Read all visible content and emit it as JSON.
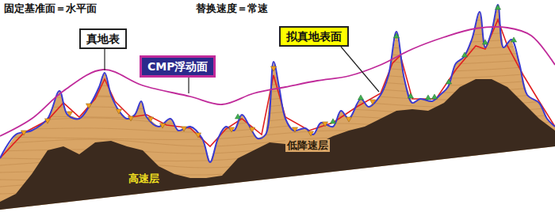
{
  "diagram": {
    "nodes": [
      {
        "text": [
          "真地表"
        ]
      },
      {
        "text": [
          "CMP浮动面"
        ]
      },
      {
        "text": [
          "拟真地表面"
        ]
      }
    ],
    "labels": [
      "固定基准面＝水平面",
      "替换速度＝常速",
      "低降速层",
      "高速层"
    ]
  }
}
